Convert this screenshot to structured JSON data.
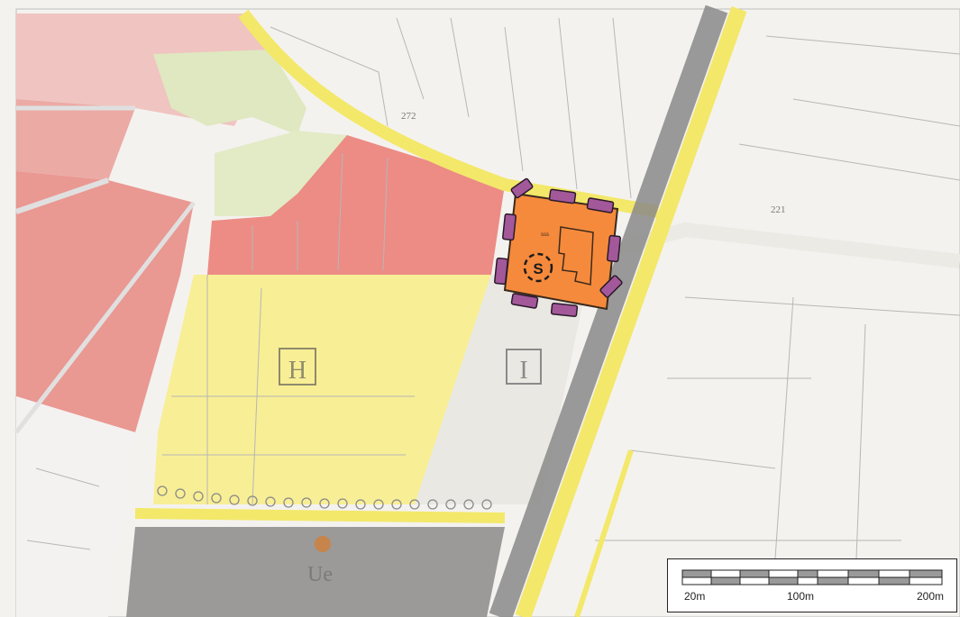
{
  "map": {
    "zone_labels": {
      "yellow_zone": "H",
      "grey_zone": "I",
      "bottom_zone": "Ue"
    },
    "site_marker": {
      "symbol": "S",
      "small_label": "sss"
    },
    "street_numbers": [
      "272",
      "221"
    ],
    "scale_bar": {
      "labels": [
        "20m",
        "100m",
        "200m"
      ]
    },
    "colors": {
      "residential_red": "#e98c84",
      "yellow_zone": "#f8ee95",
      "site_orange": "#f58a3c",
      "parking_purple": "#a3589a",
      "road_yellow": "#f3e86a",
      "tree_grey": "#8a8a8a",
      "green_zone": "#dfe8c0"
    }
  }
}
